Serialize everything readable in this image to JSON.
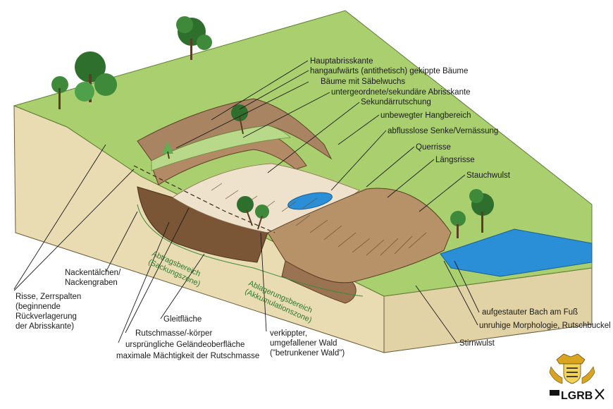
{
  "labels": {
    "hauptabrisskante": "Hauptabrisskante",
    "hangaufwaerts": "hangaufwärts (antithetisch) gekippte Bäume",
    "saebelwuchs": "Bäume mit Säbelwuchs",
    "untergeordnete": "untergeordnete/sekundäre Abrisskante",
    "sekundaer": "Sekundärrutschung",
    "unbewegt": "unbewegter Hangbereich",
    "senke": "abflusslose Senke/Vernässung",
    "querrisse": "Querrisse",
    "laengsrisse": "Längsrisse",
    "stauchwulst": "Stauchwulst",
    "nacken_1": "Nackentälchen/",
    "nacken_2": "Nackengraben",
    "risse_1": "Risse, Zerrspalten",
    "risse_2": "(beginnende",
    "risse_3": "Rückverlagerung",
    "risse_4": "der Abrisskante)",
    "gleitflaeche": "Gleitfläche",
    "rutschmasse": "Rutschmasse/-körper",
    "urspruenglich": "ursprüngliche Geländeoberfläche",
    "maximale": "maximale Mächtigkeit der Rutschmasse",
    "verkippter_1": "verkippter,",
    "verkippter_2": "umgefallener Wald",
    "verkippter_3": "(\"betrunkener Wald\")",
    "stirnwulst": "Stirnwulst",
    "unruhig": "unruhige Morphologie, Rutschbuckel",
    "bach": "aufgestauter Bach am Fuß"
  },
  "zones": {
    "abtrag_1": "Abtragsbereich",
    "abtrag_2": "(Sackungszone)",
    "ablagerung_1": "Ablagerungsbereich",
    "ablagerung_2": "(Akkumulationszone)"
  },
  "logo": {
    "text": "LGRB"
  },
  "colors": {
    "grass": "#a9cf6f",
    "soil_side": "#e9dcb3",
    "slide_mass": "#b79167",
    "scarp": "#a98462",
    "water": "#2a8fd6",
    "zone_line": "#3c8a3c",
    "tree": "#3f8a3a"
  }
}
